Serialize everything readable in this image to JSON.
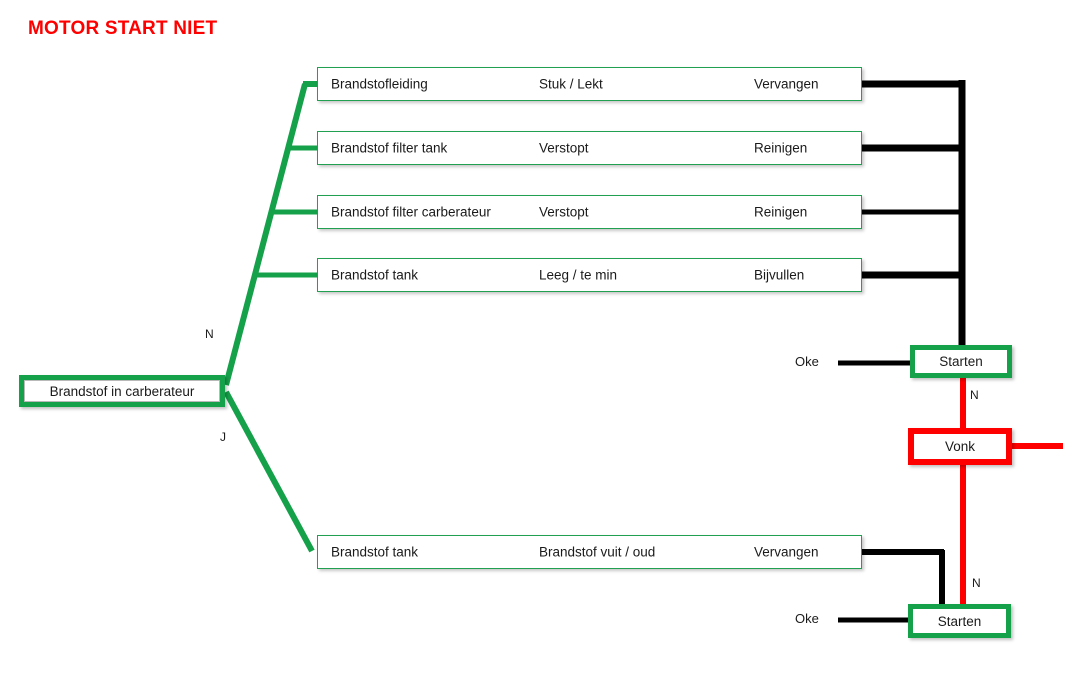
{
  "title": "MOTOR START NIET",
  "colors": {
    "title_red": "#ff0000",
    "node_green": "#15a04a",
    "box_green": "#21a051",
    "wire_black": "#000000",
    "wire_red": "#ff0000",
    "text": "#1a1a1a"
  },
  "root": {
    "label": "Brandstof in carberateur",
    "branch_no_label": "N",
    "branch_yes_label": "J"
  },
  "fault_rows": [
    {
      "component": "Brandstofleiding",
      "symptom": "Stuk / Lekt",
      "action": "Vervangen"
    },
    {
      "component": "Brandstof filter tank",
      "symptom": "Verstopt",
      "action": "Reinigen"
    },
    {
      "component": "Brandstof filter carberateur",
      "symptom": "Verstopt",
      "action": "Reinigen"
    },
    {
      "component": "Brandstof tank",
      "symptom": "Leeg / te min",
      "action": "Bijvullen"
    },
    {
      "component": "Brandstof tank",
      "symptom": "Brandstof vuit / oud",
      "action": "Vervangen"
    }
  ],
  "nodes": {
    "start_top": "Starten",
    "vonk": "Vonk",
    "start_bottom": "Starten"
  },
  "edge_labels": {
    "oke_top": "Oke",
    "n_vonk": "N",
    "oke_bottom": "Oke",
    "n_bottom": "N"
  }
}
